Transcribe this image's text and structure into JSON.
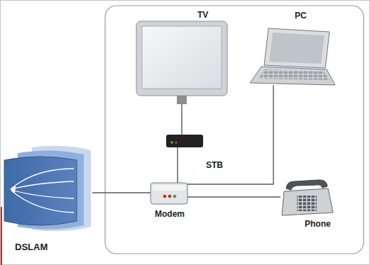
{
  "diagram": {
    "nodes": [
      {
        "text": [
          "TV"
        ]
      },
      {
        "text": [
          "PC"
        ]
      },
      {
        "text": [
          "STB"
        ]
      },
      {
        "text": [
          "Modem"
        ]
      },
      {
        "text": [
          "Phone"
        ]
      },
      {
        "text": [
          "DSLAM"
        ]
      }
    ],
    "edges": [
      {
        "from": 5,
        "to": 3,
        "arrow": "none"
      },
      {
        "from": 3,
        "to": 2,
        "arrow": "none"
      },
      {
        "from": 2,
        "to": 0,
        "arrow": "none"
      },
      {
        "from": 3,
        "to": 1,
        "arrow": "none"
      },
      {
        "from": 3,
        "to": 4,
        "arrow": "none"
      }
    ]
  }
}
